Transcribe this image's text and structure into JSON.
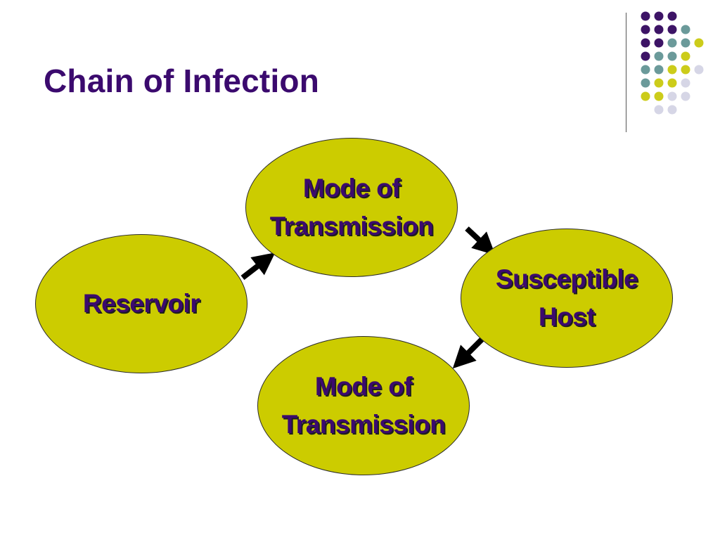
{
  "slide": {
    "title": "Chain of Infection"
  },
  "colors": {
    "title": "#3b0a6e",
    "node_fill": "#cccc00",
    "node_border": "#2b2b2b",
    "label_text": "#3b0a6e",
    "label_shadow": "#1e1e1e",
    "arrow": "#000000",
    "dot_purple": "#3d1466",
    "dot_teal": "#6b9a9a",
    "dot_yellow": "#cccc1a",
    "dot_lavender": "#d6d6e6"
  },
  "diagram": {
    "nodes": [
      {
        "id": "mode-of-transmission-top",
        "label": "Mode of\nTransmission"
      },
      {
        "id": "reservoir",
        "label": "Reservoir"
      },
      {
        "id": "susceptible-host",
        "label": "Susceptible\nHost"
      },
      {
        "id": "mode-of-transmission-bottom",
        "label": "Mode of\nTransmission"
      }
    ],
    "edges": [
      {
        "from": "reservoir",
        "to": "mode-of-transmission-top"
      },
      {
        "from": "mode-of-transmission-top",
        "to": "susceptible-host"
      },
      {
        "from": "susceptible-host",
        "to": "mode-of-transmission-bottom"
      }
    ]
  },
  "decoration": {
    "dot_rows": [
      [
        "purple",
        "purple",
        "purple"
      ],
      [
        "purple",
        "purple",
        "purple",
        "teal"
      ],
      [
        "purple",
        "purple",
        "teal",
        "teal",
        "yellow"
      ],
      [
        "purple",
        "teal",
        "teal",
        "yellow"
      ],
      [
        "teal",
        "teal",
        "yellow",
        "yellow",
        "lavender"
      ],
      [
        "teal",
        "yellow",
        "yellow",
        "lavender"
      ],
      [
        "yellow",
        "yellow",
        "lavender",
        "lavender"
      ],
      [
        "lavender",
        "lavender"
      ]
    ]
  }
}
